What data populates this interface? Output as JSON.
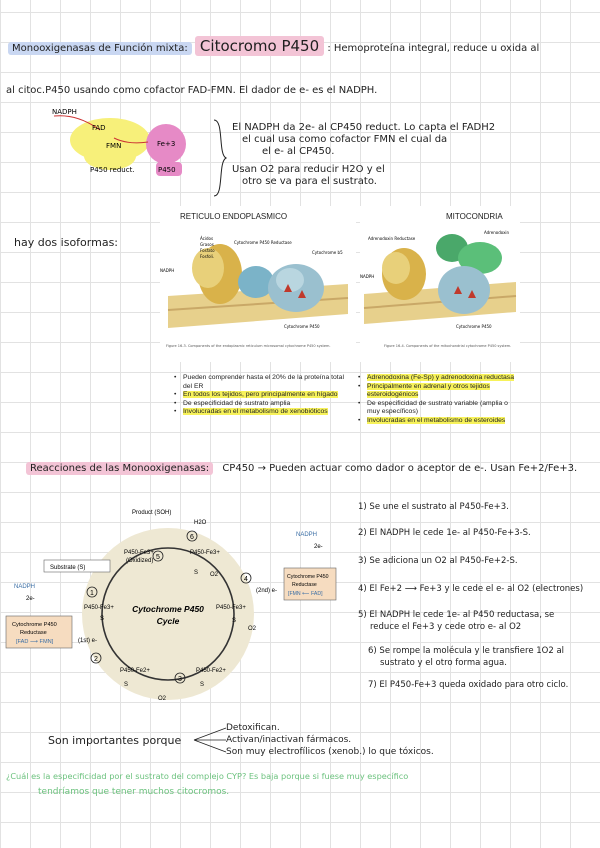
{
  "header": {
    "title": "Monooxigenasas de Función mixta:",
    "cyp_title": "Citocromo P450",
    "line1": ": Hemoproteína integral, reduce u oxida al",
    "line2": "al citoc.P450 usando como cofactor FAD-FMN. El dador de e- es el NADPH."
  },
  "diagram_top": {
    "nadph": "NADPH",
    "fad": "FAD",
    "fmn": "FMN",
    "fe": "Fe+3",
    "p450": "P450",
    "reductase": "P450 reduct."
  },
  "notes_top": {
    "line1": "El NADPH da 2e- al CP450 reduct. Lo capta el FADH2",
    "line2": "el cual usa como cofactor FMN el cual da",
    "line3": "el e- al CP450.",
    "line4": "Usan O2 para reducir H2O y el",
    "line5": "otro se va para el sustrato."
  },
  "isoforms": {
    "label": "hay dos isoformas:",
    "er_title": "RETICULO ENDOPLASMICO",
    "mito_title": "MITOCONDRIA",
    "er_labels": [
      "Ácidos",
      "Grasos",
      "Fosfato",
      "Fosfoli.",
      "Cytochrome P450 Reductase",
      "Cytochrome b5",
      "NADPH",
      "Cytochrome P450"
    ],
    "mito_labels": [
      "Adrenodoxin Reductase",
      "Adrenodoxin",
      "NADPH",
      "Cytochrome P450"
    ],
    "er_caption": "Figure 16-3. Components of the endoplasmic reticulum microsomal cytochrome P450 system.",
    "mito_caption": "Figure 16-4. Components of the mitochondrial cytochrome P450 system.",
    "er_bullets": [
      {
        "text": "Pueden comprender hasta el 20% de la proteína total del ER",
        "hl": false
      },
      {
        "text": "En todos los tejidos, pero principalmente en hígado",
        "hl": true
      },
      {
        "text": "De especificidad de sustrato amplia",
        "hl": false
      },
      {
        "text": "Involucradas en el metabolismo de xenobióticos",
        "hl": true
      }
    ],
    "mito_bullets": [
      {
        "text": "Adrenodoxina (Fe-Sp) y adrenodoxina reductasa",
        "hl": true
      },
      {
        "text": "Principalmente en adrenal y otros tejidos esteroidogénicos",
        "hl": true
      },
      {
        "text": "De especificidad de sustrato variable (amplia o muy específicos)",
        "hl": false
      },
      {
        "text": "Involucradas en el metabolismo de esteroides",
        "hl": true
      }
    ]
  },
  "reactions": {
    "title": "Reacciones de las Monooxigenasas:",
    "subtitle": "CP450 → Pueden actuar como dador o aceptor de e-. Usan Fe+2/Fe+3."
  },
  "cycle": {
    "center": "Cytochrome P450",
    "center2": "Cycle",
    "product": "Product (SOH)",
    "water": "H2O",
    "substrate": "Substrate (S)",
    "nadph_left": "NADPH",
    "twoe_left": "2e-",
    "red_left_1": "Cytochrome P450",
    "red_left_2": "Reductase",
    "red_left_3": "[FAD ⟶ FMN]",
    "nadph_right": "NADPH",
    "twoe_right": "2e-",
    "red_right_1": "Cytochrome P450",
    "red_right_2": "Reductase",
    "red_right_3": "[FMN ⟵ FAD]",
    "oxidized": "(Oxidized)",
    "first_e": "(1st) e-",
    "second_e": "(2nd) e-",
    "o2": "O2",
    "states": [
      "P450-Fe3+",
      "P450-Fe3+",
      "P450-Fe2+",
      "P450-Fe2+",
      "P450-Fe3+",
      "P450-Fe3+"
    ],
    "s": "S",
    "nums": [
      "1",
      "2",
      "3",
      "4",
      "5",
      "6"
    ]
  },
  "steps": [
    "1) Se une el sustrato al P450-Fe+3.",
    "2) El NADPH le cede 1e- al P450-Fe+3-S.",
    "3) Se adiciona un O2 al P450-Fe+2-S.",
    "4) El Fe+2 ⟶ Fe+3 y le cede el e- al O2 (electrones)",
    "5) El NADPH le cede 1e- al P450 reductasa, se",
    "reduce el Fe+3 y cede otro e- al O2",
    "6) Se rompe la molécula y le transfiere 1O2 al",
    "sustrato y el otro forma agua.",
    "7) El P450-Fe+3 queda oxidado para otro ciclo."
  ],
  "importance": {
    "label": "Son importantes porque",
    "items": [
      "Detoxifican.",
      "Activan/inactivan fármacos.",
      "Son muy electrofílicos (xenob.) lo que tóxicos."
    ]
  },
  "question": {
    "line1": "¿Cuál es la especificidad por el sustrato del complejo CYP? Es baja porque si fuese muy específico",
    "line2": "tendríamos que tener muchos citocromos."
  }
}
